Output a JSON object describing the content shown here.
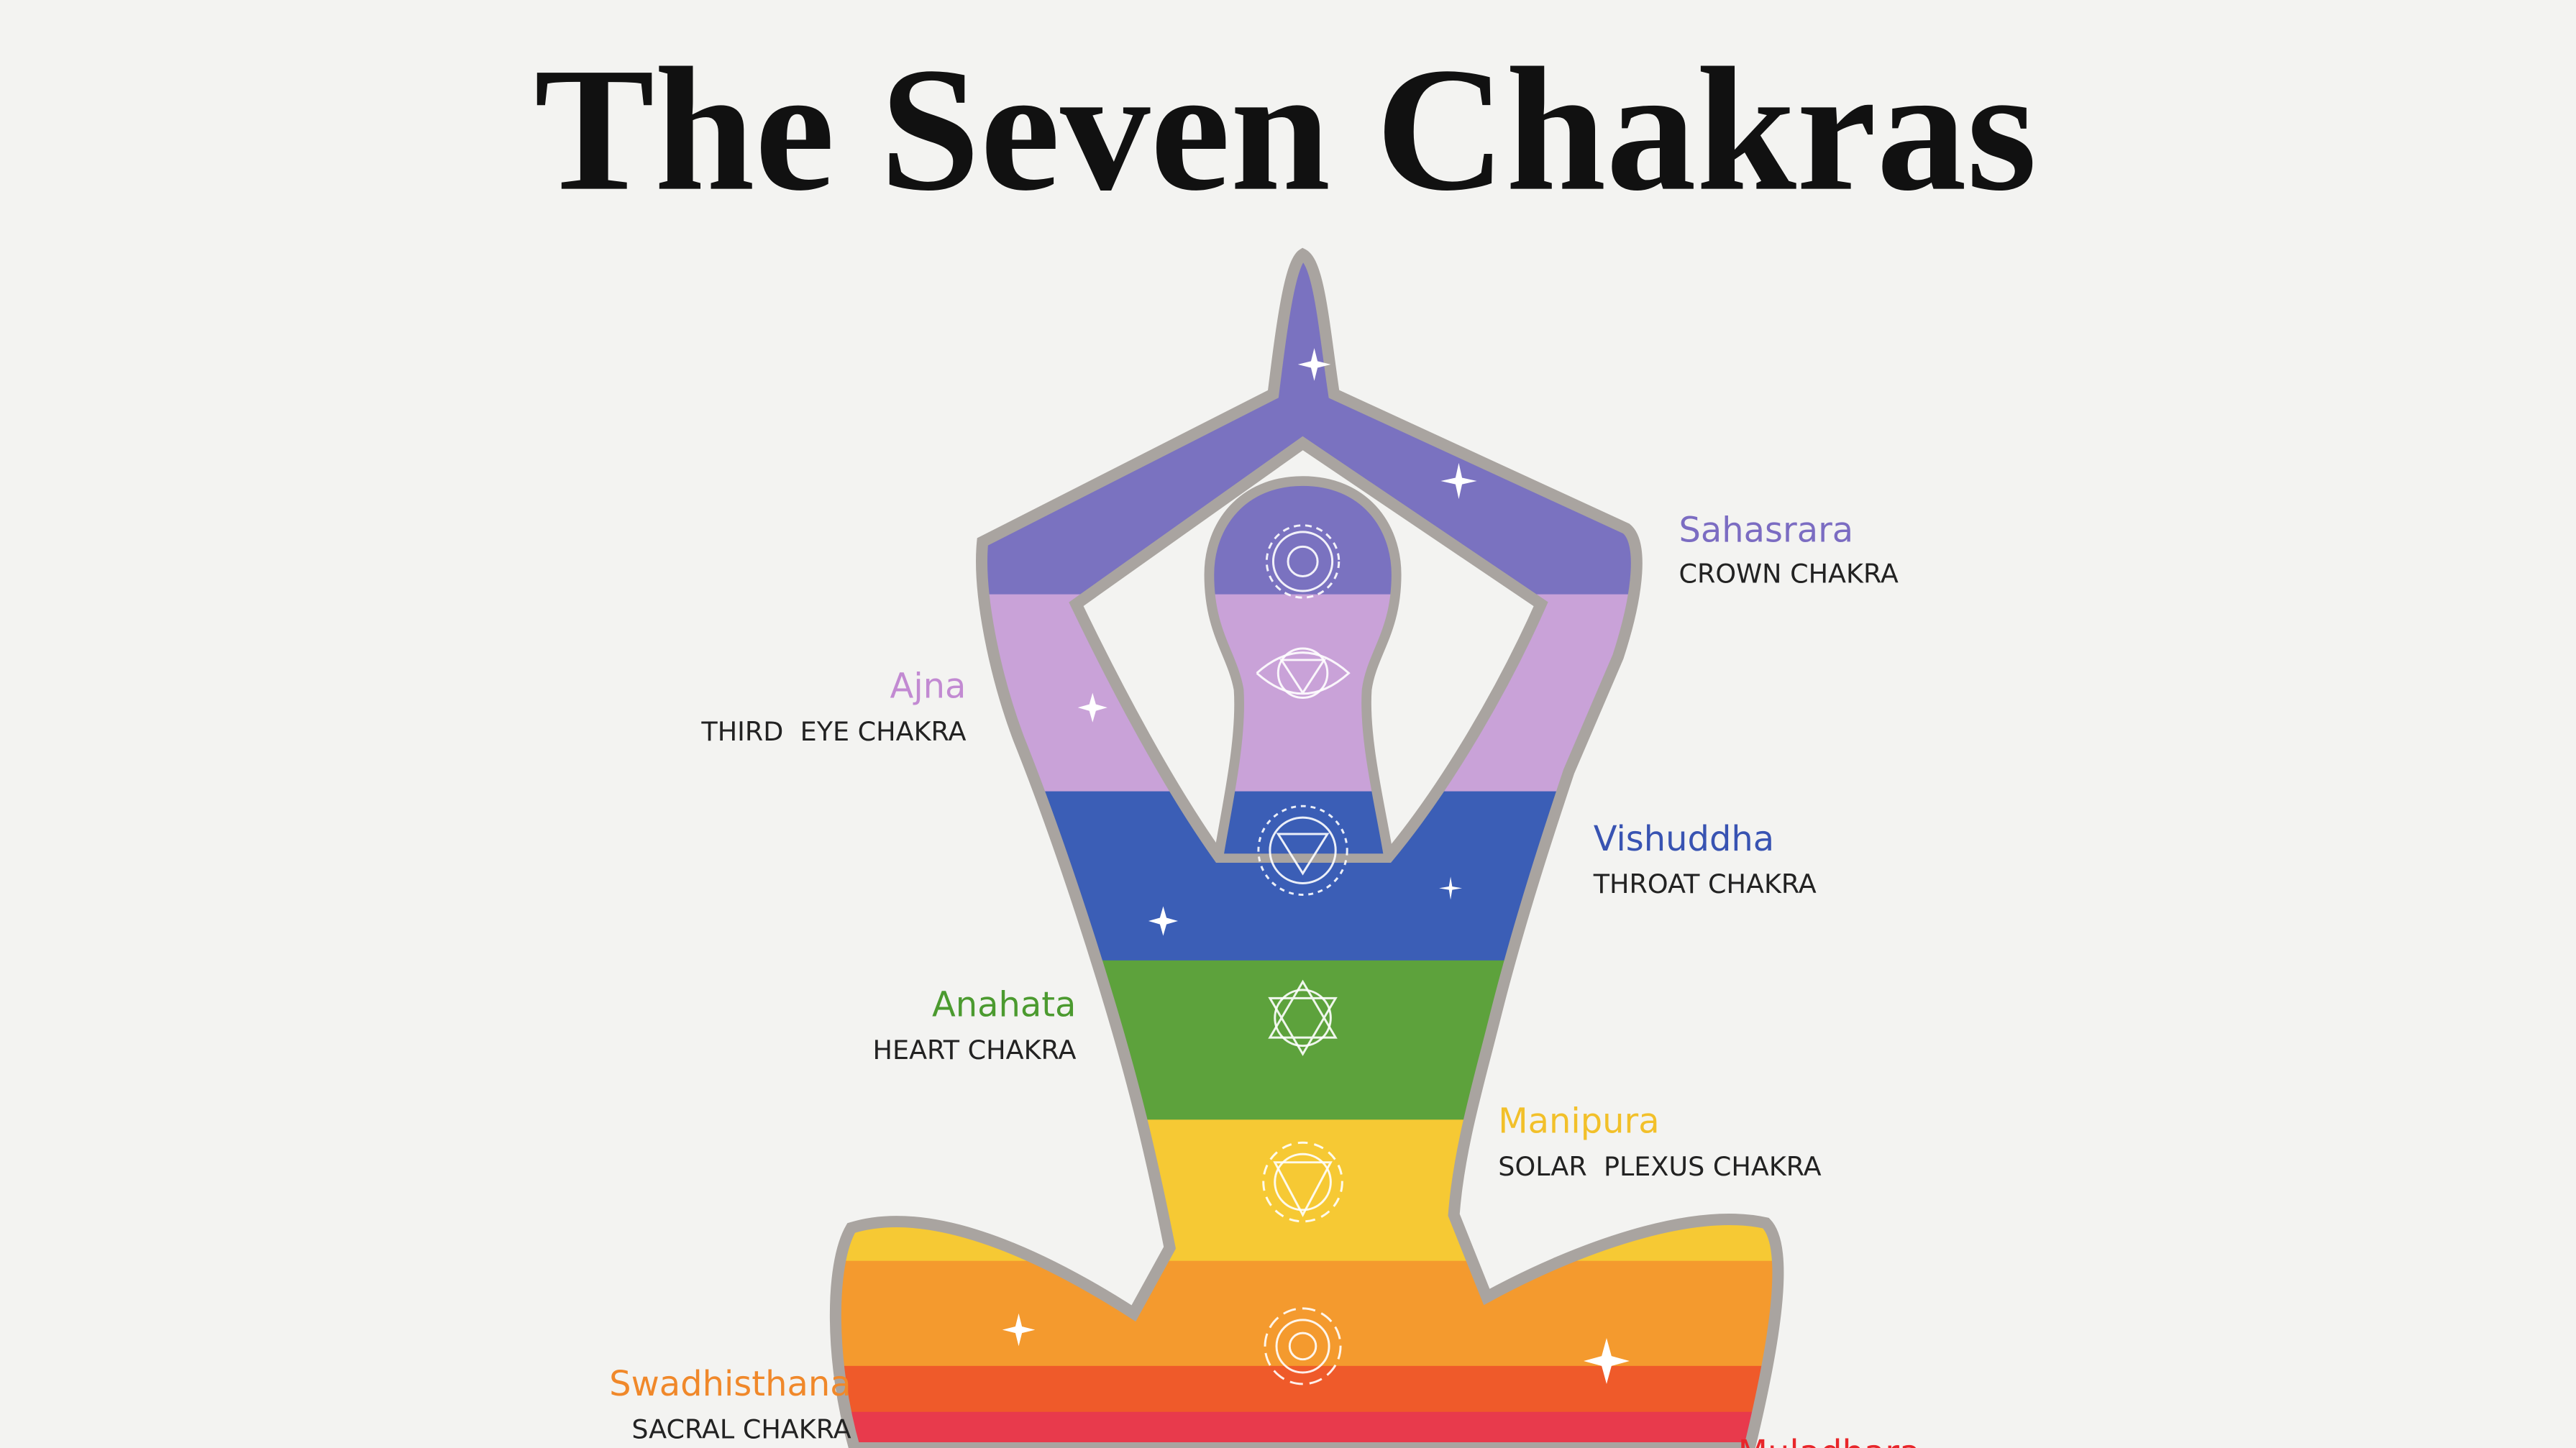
{
  "title": "The Seven Chakras",
  "chakras": [
    {
      "name": "Sahasrara",
      "subtitle": "CROWN CHAKRA",
      "color": "#7b6cc2"
    },
    {
      "name": "Ajna",
      "subtitle": "THIRD  EYE CHAKRA",
      "color": "#c28ad2"
    },
    {
      "name": "Vishuddha",
      "subtitle": "THROAT CHAKRA",
      "color": "#3853b2"
    },
    {
      "name": "Anahata",
      "subtitle": "HEART CHAKRA",
      "color": "#4b9a2f"
    },
    {
      "name": "Manipura",
      "subtitle": "SOLAR  PLEXUS CHAKRA",
      "color": "#f2c02a"
    },
    {
      "name": "Swadhisthana",
      "subtitle": "SACRAL CHAKRA",
      "color": "#f0882a"
    },
    {
      "name": "Muladhara",
      "subtitle": "",
      "color": "#e8262a"
    }
  ],
  "bands": [
    "#7a72c0",
    "#c9a2d8",
    "#3b5eb6",
    "#5da23c",
    "#f6c934",
    "#f49a2e",
    "#ef5a2a",
    "#e83a4c"
  ],
  "outline_color": "#a9a4a0"
}
